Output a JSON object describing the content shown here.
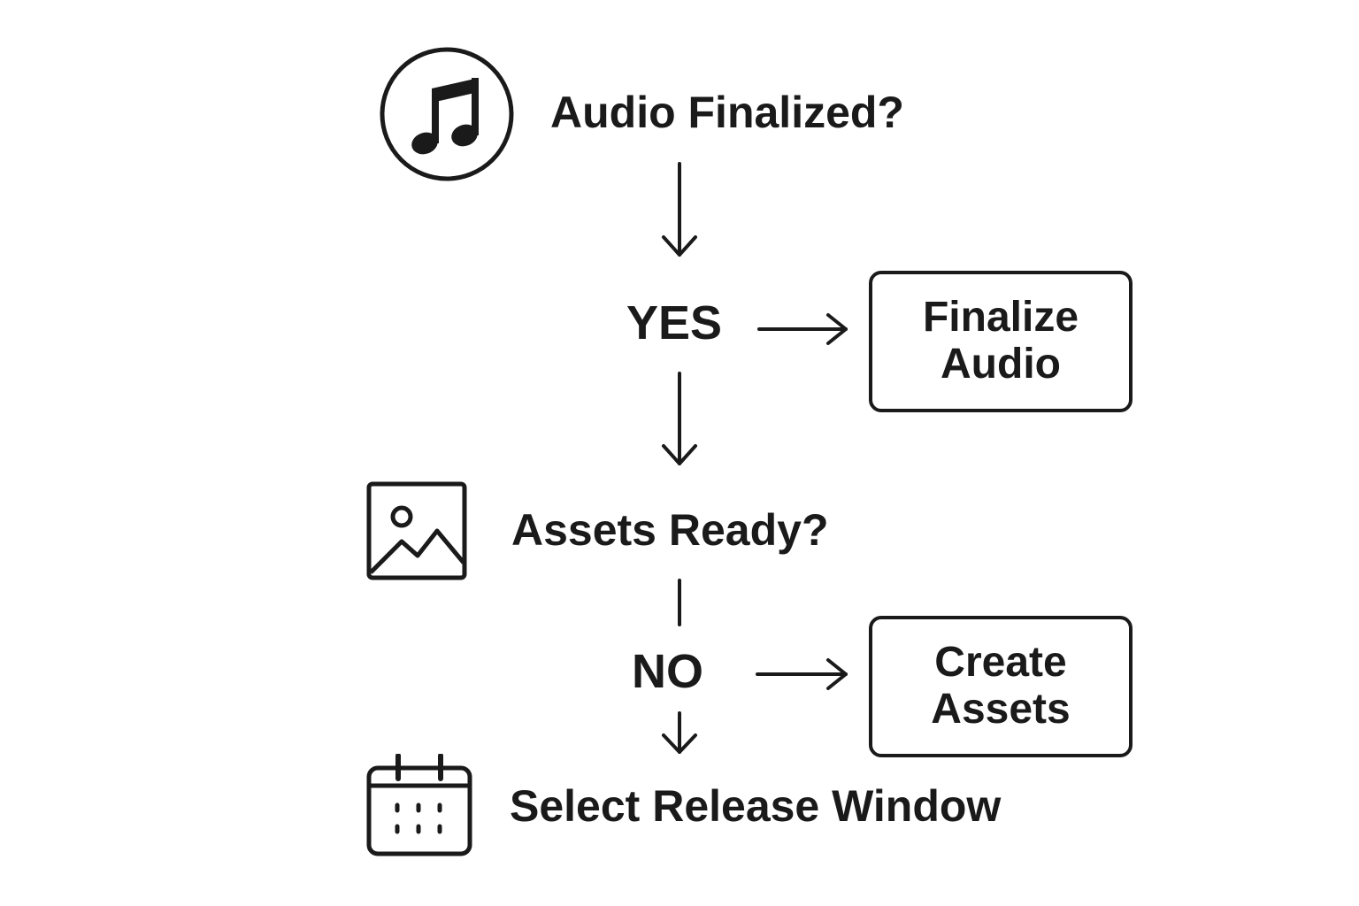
{
  "steps": {
    "audio_finalized": "Audio Finalized?",
    "assets_ready": "Assets Ready?",
    "select_release_window": "Select Release Window"
  },
  "branches": {
    "yes": "YES",
    "no": "NO"
  },
  "actions": {
    "finalize_audio": "Finalize Audio",
    "create_assets": "Create Assets"
  },
  "icons": {
    "audio": "music-note-icon",
    "assets": "image-icon",
    "release": "calendar-icon"
  },
  "colors": {
    "ink": "#1a1a1a",
    "background": "#ffffff"
  }
}
